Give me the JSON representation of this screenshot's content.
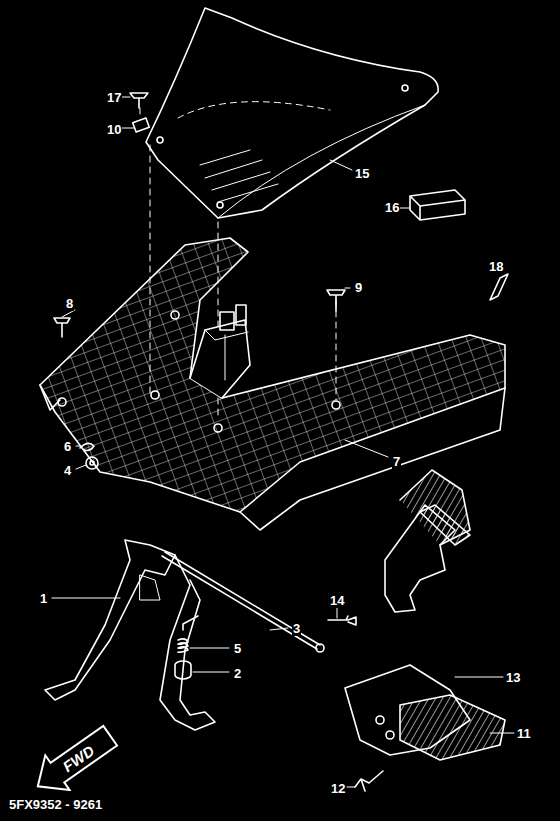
{
  "diagram": {
    "nodes": [
      {
        "text": [
          "FWD"
        ]
      }
    ],
    "labels": [
      "17",
      "10",
      "15",
      "16",
      "18",
      "8",
      "9",
      "7",
      "6",
      "4",
      "1",
      "3",
      "5",
      "2",
      "14",
      "13",
      "11",
      "12",
      "5FX9352 - 9261"
    ]
  }
}
